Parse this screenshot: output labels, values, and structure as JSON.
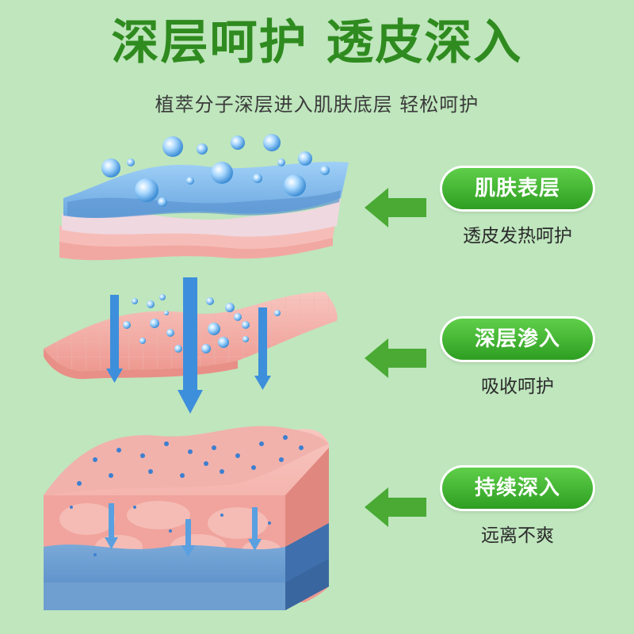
{
  "header": {
    "title": "深层呵护  透皮深入",
    "subtitle": "植萃分子深层进入肌肤底层 轻松呵护"
  },
  "features": [
    {
      "label": "肌肤表层",
      "desc": "透皮发热呵护"
    },
    {
      "label": "深层渗入",
      "desc": "吸收呵护"
    },
    {
      "label": "持续深入",
      "desc": "远离不爽"
    }
  ],
  "colors": {
    "background": "#bfe6bd",
    "accent_green": "#2f8b1f",
    "pill_green": "#3aa82b",
    "skin_pink": "#f3a9a3",
    "water_blue": "#7fb6e6"
  }
}
